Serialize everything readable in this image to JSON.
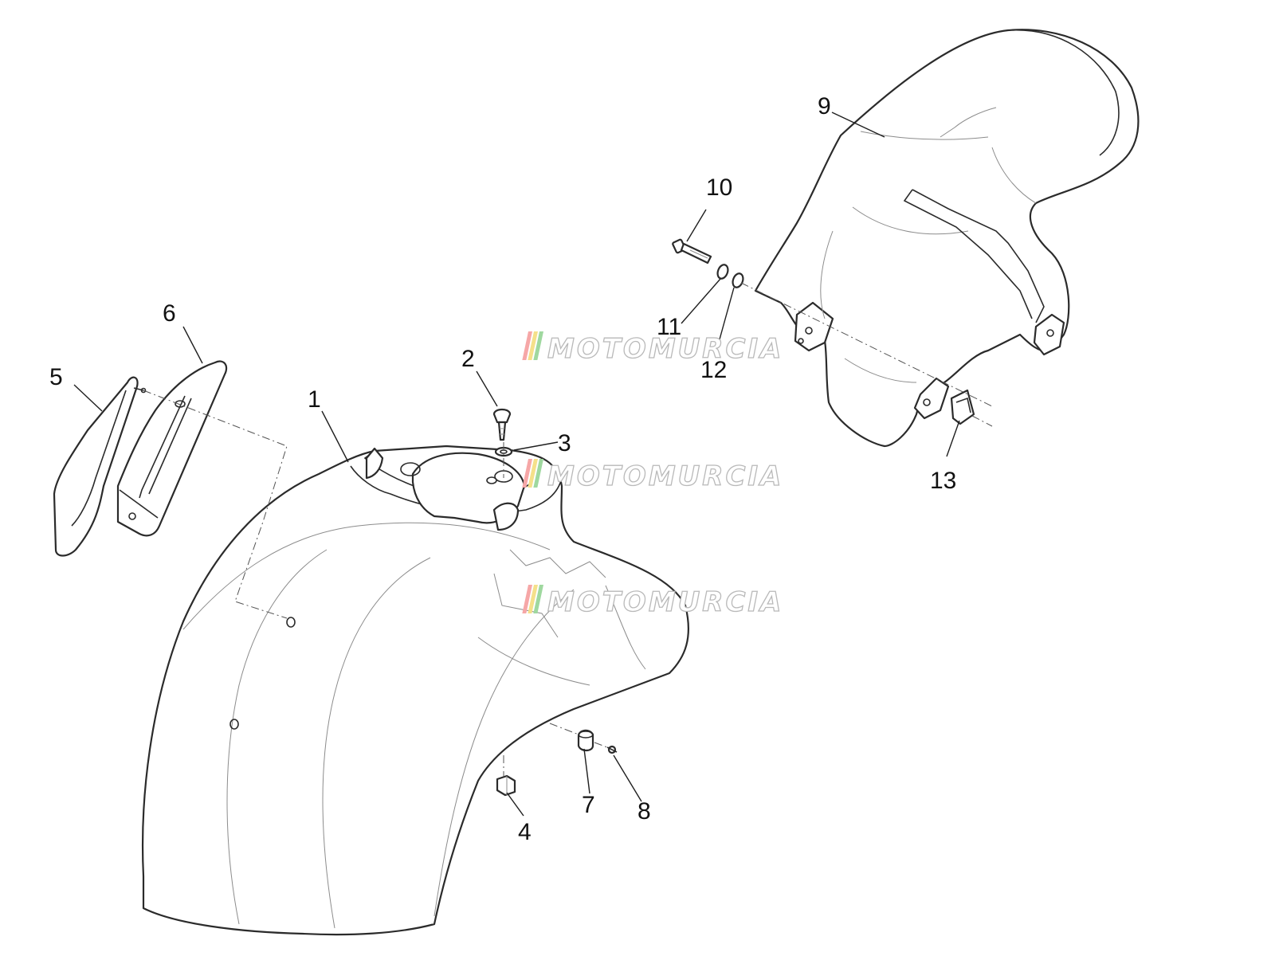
{
  "callouts": [
    {
      "id": "1",
      "text": "1"
    },
    {
      "id": "2",
      "text": "2"
    },
    {
      "id": "3",
      "text": "3"
    },
    {
      "id": "4",
      "text": "4"
    },
    {
      "id": "5",
      "text": "5"
    },
    {
      "id": "6",
      "text": "6"
    },
    {
      "id": "7",
      "text": "7"
    },
    {
      "id": "8",
      "text": "8"
    },
    {
      "id": "9",
      "text": "9"
    },
    {
      "id": "10",
      "text": "10"
    },
    {
      "id": "11",
      "text": "11"
    },
    {
      "id": "12",
      "text": "12"
    },
    {
      "id": "13",
      "text": "13"
    }
  ],
  "watermark": {
    "text": "MOTOMURCIA",
    "stripe_colors": [
      "#f6a7a7",
      "#f5e08a",
      "#9fd89f"
    ]
  }
}
